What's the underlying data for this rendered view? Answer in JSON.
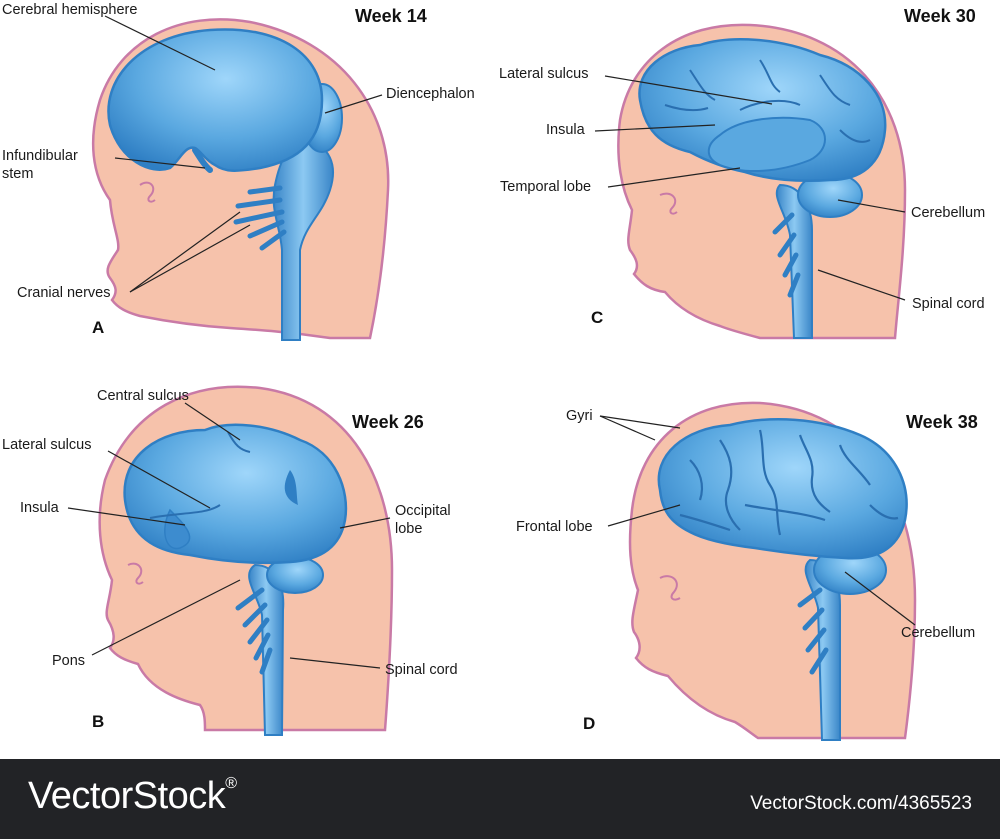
{
  "panels": [
    {
      "id": "A",
      "week": "Week 14",
      "labels": [
        "Cerebral hemisphere",
        "Diencephalon",
        "Infundibular",
        "stem",
        "Cranial nerves"
      ]
    },
    {
      "id": "B",
      "week": "Week 26",
      "labels": [
        "Central sulcus",
        "Lateral sulcus",
        "Insula",
        "Occipital",
        "lobe",
        "Pons",
        "Spinal cord"
      ]
    },
    {
      "id": "C",
      "week": "Week 30",
      "labels": [
        "Lateral sulcus",
        "Insula",
        "Temporal lobe",
        "Cerebellum",
        "Spinal cord"
      ]
    },
    {
      "id": "D",
      "week": "Week 38",
      "labels": [
        "Gyri",
        "Frontal lobe",
        "Cerebellum"
      ]
    }
  ],
  "footer": {
    "brand": "VectorStock",
    "brand_mark": "®",
    "stock_id": "VectorStock.com/4365523"
  },
  "colors": {
    "head": "#f6c2ab",
    "outline": "#c97aa6",
    "brain": "#5aa8e0",
    "brain_dark": "#2f7fc4"
  }
}
